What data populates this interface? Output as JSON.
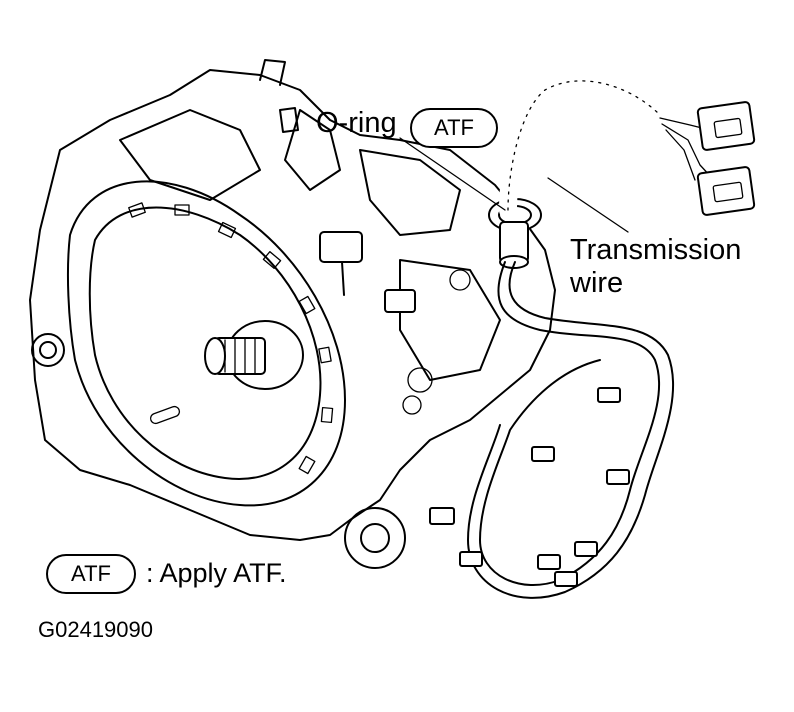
{
  "labels": {
    "oring": "O-ring",
    "oring_badge": "ATF",
    "transmission_wire_line1": "Transmission",
    "transmission_wire_line2": "wire",
    "legend_badge": "ATF",
    "legend_text": ": Apply ATF.",
    "figure_code": "G02419090"
  },
  "colors": {
    "ink": "#000000",
    "background": "#ffffff"
  }
}
